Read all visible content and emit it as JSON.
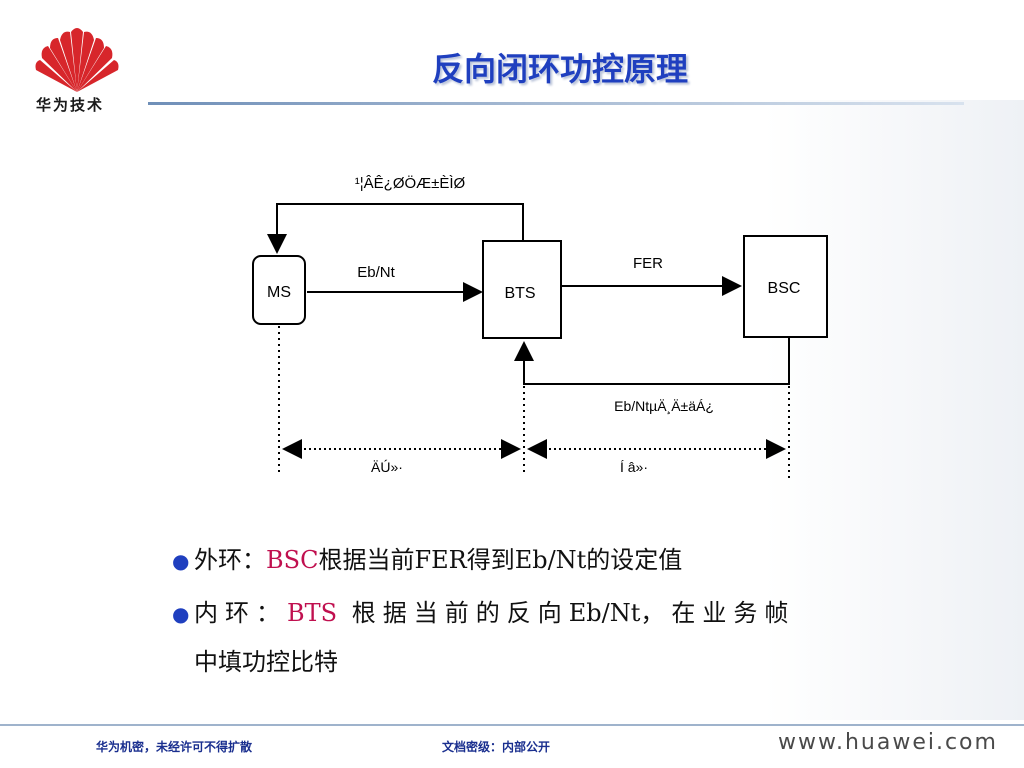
{
  "logo": {
    "text": "华为技术"
  },
  "title": "反向闭环功控原理",
  "diagram": {
    "top_label": "¹¦ÂÊ¿ØÖÆ±ÈÌØ",
    "ms": "MS",
    "bts": "BTS",
    "bsc": "BSC",
    "ebnt": "Eb/Nt",
    "fer": "FER",
    "setpoint": "Eb/NtµÄ¸Ä±äÁ¿",
    "inner": "ÄÚ»·",
    "outer": "Í â»·"
  },
  "bullets": {
    "b1_prefix": "外环：",
    "b1_highlight": "BSC",
    "b1_rest": "根据当前FER得到Eb/Nt的设定值",
    "b2_prefix": "内环：",
    "b2_highlight": "BTS",
    "b2_mid": "根据当前的反向",
    "b2_latin": "Eb/Nt",
    "b2_rest": "，在业务帧",
    "b2_cont": "中填功控比特"
  },
  "footer": {
    "left": "华为机密，未经许可不得扩散",
    "middle": "文档密级：内部公开",
    "url": "www.huawei.com"
  },
  "colors": {
    "title": "#1f3fbf",
    "highlight": "#c0104f",
    "footer_text": "#1a2f8f",
    "logo_red": "#d7262b"
  }
}
